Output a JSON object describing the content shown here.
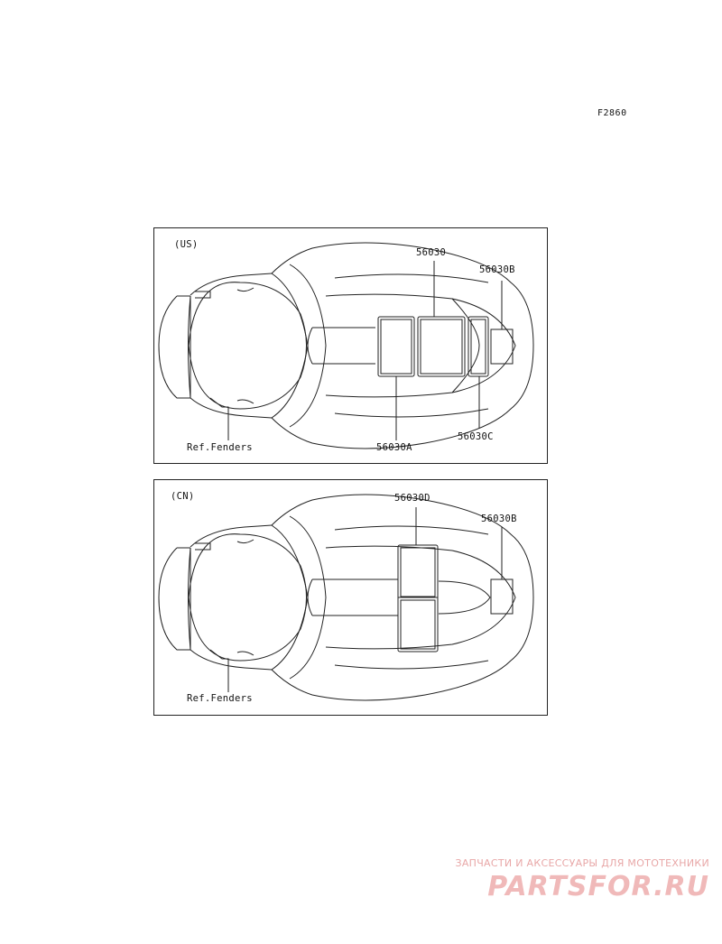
{
  "figure": {
    "code": "F2860"
  },
  "panels": [
    {
      "id": "us",
      "region": "(US)",
      "ref_label": "Ref.Fenders",
      "parts": [
        {
          "number": "56030"
        },
        {
          "number": "56030B"
        },
        {
          "number": "56030A"
        },
        {
          "number": "56030C"
        }
      ]
    },
    {
      "id": "cn",
      "region": "(CN)",
      "ref_label": "Ref.Fenders",
      "parts": [
        {
          "number": "56030D"
        },
        {
          "number": "56030B"
        }
      ]
    }
  ],
  "watermark": {
    "tagline": "ЗАПЧАСТИ И АКСЕССУАРЫ ДЛЯ МОТОТЕХНИКИ",
    "logo": "PARTSFOR.RU"
  },
  "colors": {
    "line": "#222222",
    "watermark": "#f0b9b9"
  }
}
